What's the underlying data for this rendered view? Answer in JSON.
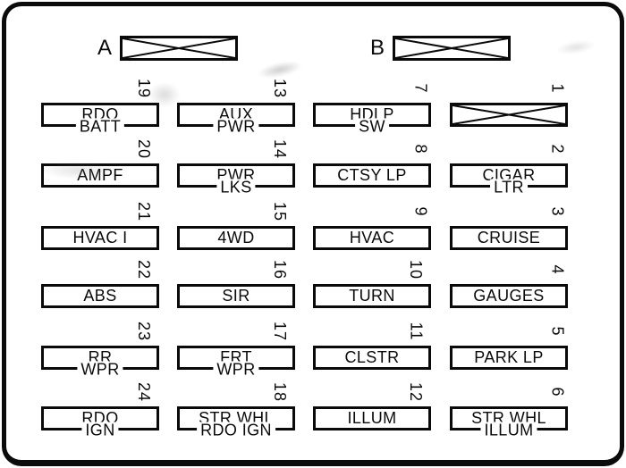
{
  "panel": {
    "background": "#ffffff",
    "line_color": "#0a0a0a"
  },
  "headers": [
    {
      "label": "A",
      "crossed": true
    },
    {
      "label": "B",
      "crossed": true
    }
  ],
  "fuses": [
    {
      "number": "19",
      "line1": "RDO",
      "line2": "BATT"
    },
    {
      "number": "20",
      "line1": "AMPF",
      "line2": ""
    },
    {
      "number": "21",
      "line1": "HVAC I",
      "line2": ""
    },
    {
      "number": "22",
      "line1": "ABS",
      "line2": ""
    },
    {
      "number": "23",
      "line1": "RR",
      "line2": "WPR"
    },
    {
      "number": "24",
      "line1": "RDO",
      "line2": "IGN"
    },
    {
      "number": "13",
      "line1": "AUX",
      "line2": "PWR"
    },
    {
      "number": "14",
      "line1": "PWR",
      "line2": "LKS"
    },
    {
      "number": "15",
      "line1": "4WD",
      "line2": ""
    },
    {
      "number": "16",
      "line1": "SIR",
      "line2": ""
    },
    {
      "number": "17",
      "line1": "FRT",
      "line2": "WPR"
    },
    {
      "number": "18",
      "line1": "STR WHL",
      "line2": "RDO IGN"
    },
    {
      "number": "7",
      "line1": "HDLP",
      "line2": "SW"
    },
    {
      "number": "8",
      "line1": "CTSY LP",
      "line2": ""
    },
    {
      "number": "9",
      "line1": "HVAC",
      "line2": ""
    },
    {
      "number": "10",
      "line1": "TURN",
      "line2": ""
    },
    {
      "number": "11",
      "line1": "CLSTR",
      "line2": ""
    },
    {
      "number": "12",
      "line1": "ILLUM",
      "line2": ""
    },
    {
      "number": "1",
      "line1": "",
      "line2": "",
      "crossed": true
    },
    {
      "number": "2",
      "line1": "CIGAR",
      "line2": "LTR"
    },
    {
      "number": "3",
      "line1": "CRUISE",
      "line2": ""
    },
    {
      "number": "4",
      "line1": "GAUGES",
      "line2": ""
    },
    {
      "number": "5",
      "line1": "PARK LP",
      "line2": ""
    },
    {
      "number": "6",
      "line1": "STR WHL",
      "line2": "ILLUM"
    }
  ]
}
